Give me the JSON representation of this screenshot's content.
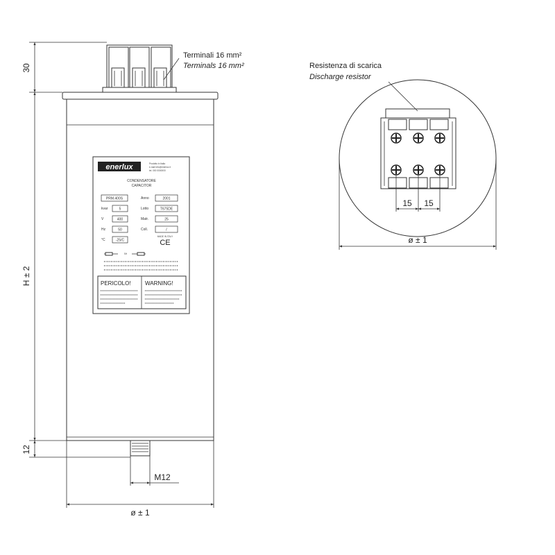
{
  "dimensions": {
    "top_height": "30",
    "body_height": "H ± 2",
    "bottom_height": "12",
    "thread": "M12",
    "diameter_bottom": "ø ± 1",
    "diameter_right": "ø ± 1",
    "spacing_left": "15",
    "spacing_right": "15"
  },
  "callouts": {
    "terminals_it": "Terminali 16 mm²",
    "terminals_en": "Terminals 16 mm²",
    "resistor_it": "Resistenza di scarica",
    "resistor_en": "Discharge resistor"
  },
  "label": {
    "brand": "enerlux",
    "title_it": "CONDENSATORE",
    "title_en": "CAPACITOR",
    "fields": [
      {
        "name": "",
        "value": "PRM.400S"
      },
      {
        "name": "Anno",
        "value": "2001"
      },
      {
        "name": "kvar",
        "value": "5"
      },
      {
        "name": "Lotto",
        "value": "T675DE"
      },
      {
        "name": "V",
        "value": "400"
      },
      {
        "name": "Matr.",
        "value": "25"
      },
      {
        "name": "Hz",
        "value": "50"
      },
      {
        "name": "Coll.",
        "value": "/"
      },
      {
        "name": "°C",
        "value": "-25/C"
      }
    ],
    "ce_mark": "CE",
    "schematic": "SH",
    "danger_title": "PERICOLO!",
    "warning_title": "WARNING!"
  }
}
